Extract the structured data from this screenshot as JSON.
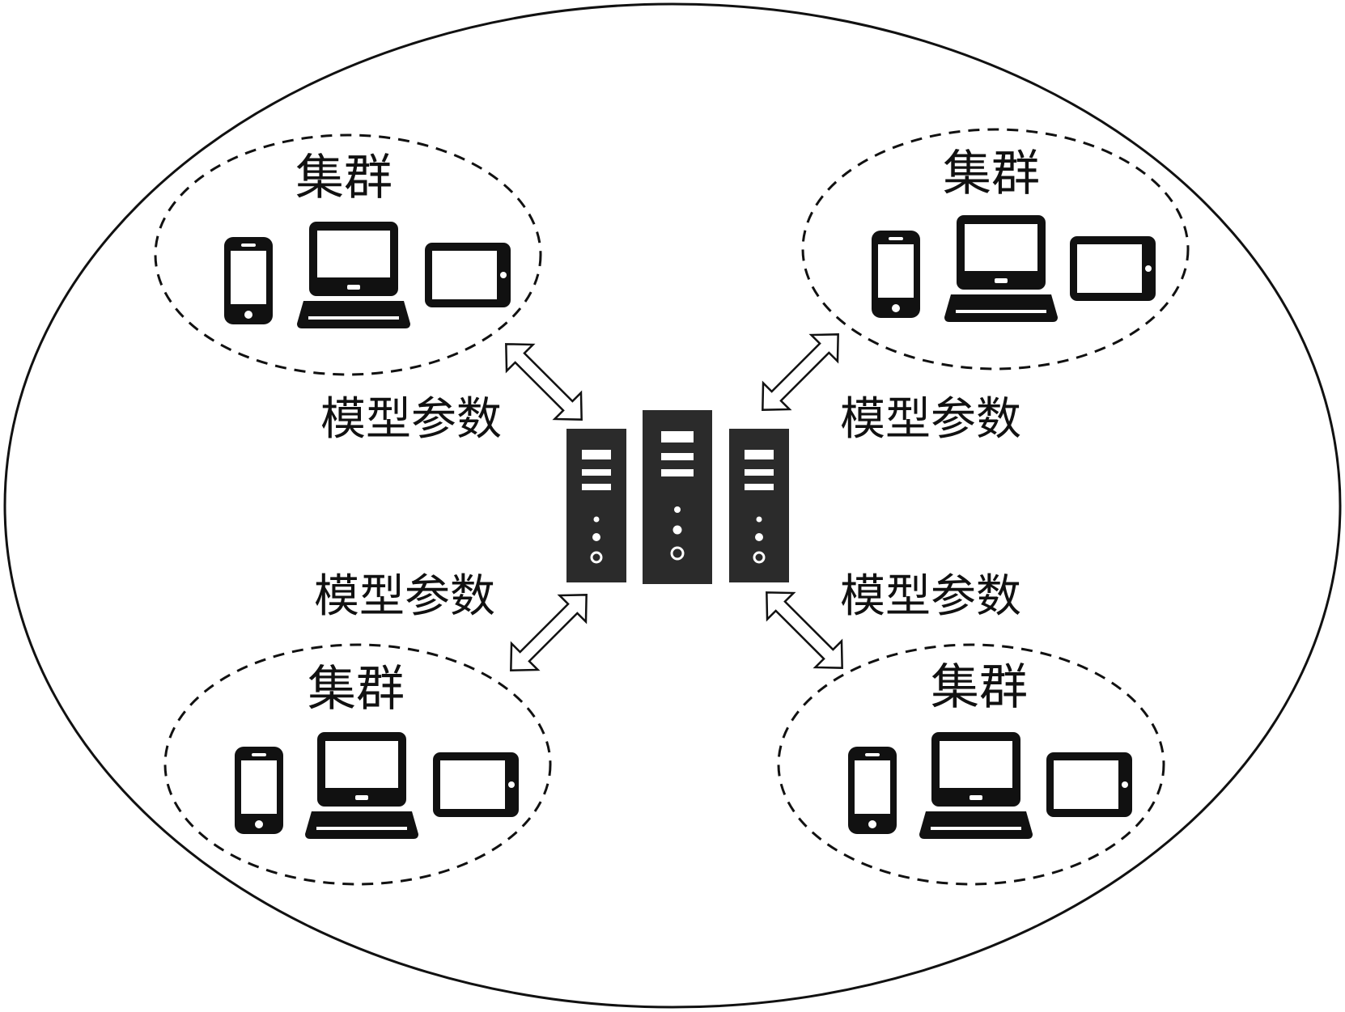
{
  "clusters": [
    {
      "title": "集群",
      "devices": [
        "phone-icon",
        "laptop-icon",
        "tablet-icon"
      ]
    },
    {
      "title": "集群",
      "devices": [
        "phone-icon",
        "laptop-icon",
        "tablet-icon"
      ]
    },
    {
      "title": "集群",
      "devices": [
        "phone-icon",
        "laptop-icon",
        "tablet-icon"
      ]
    },
    {
      "title": "集群",
      "devices": [
        "phone-icon",
        "laptop-icon",
        "tablet-icon"
      ]
    }
  ],
  "links": [
    {
      "label": "模型参数"
    },
    {
      "label": "模型参数"
    },
    {
      "label": "模型参数"
    },
    {
      "label": "模型参数"
    }
  ],
  "center": {
    "icon": "server-rack-icon"
  },
  "colors": {
    "stroke": "#111111",
    "device": "#111111",
    "server": "#2b2b2b",
    "background": "#ffffff"
  }
}
